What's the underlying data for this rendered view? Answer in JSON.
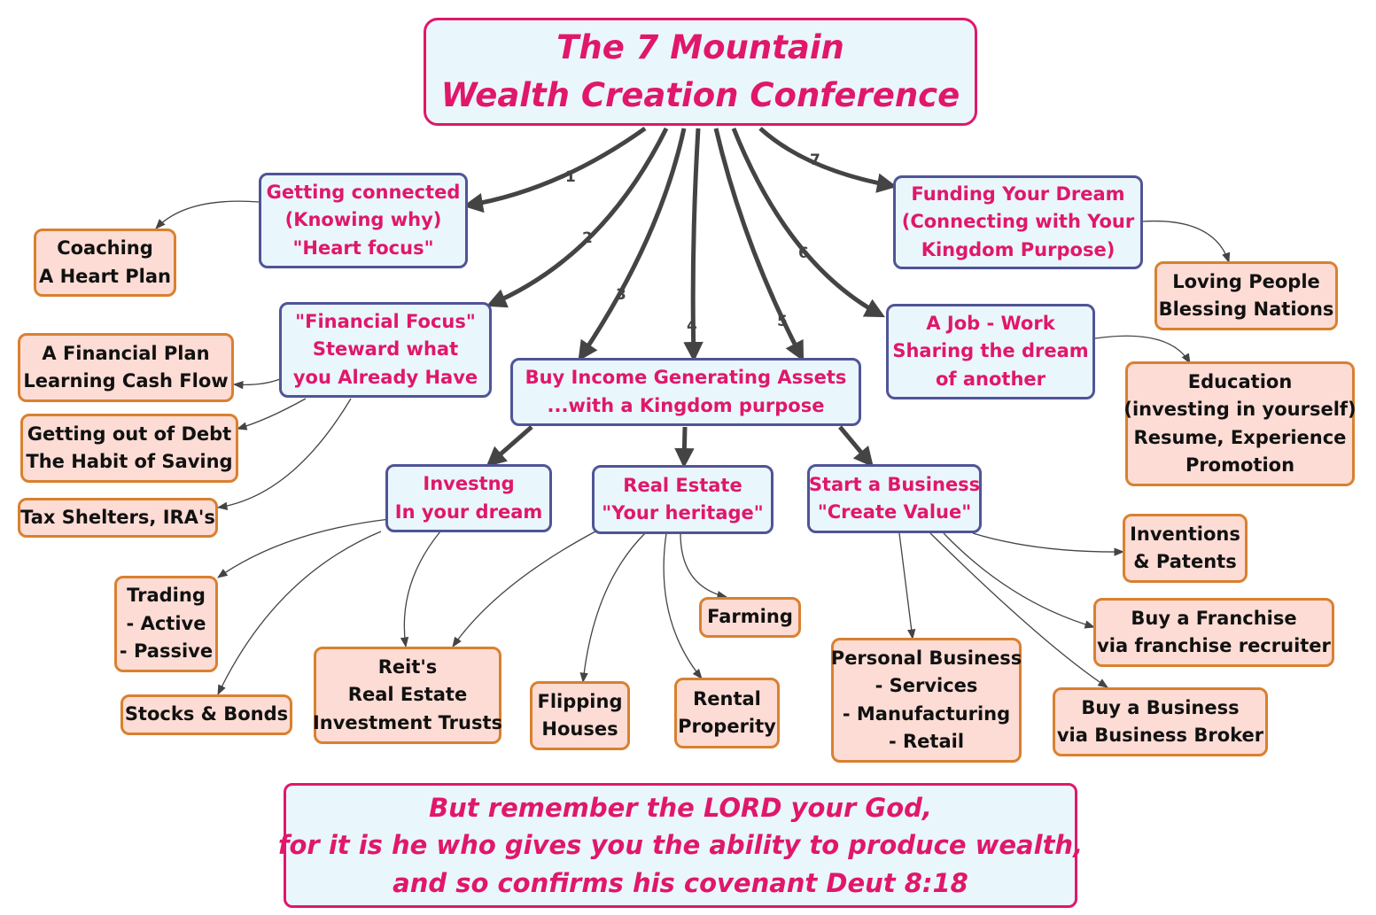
{
  "colors": {
    "accent": "#e0176b",
    "blue_border": "#505496",
    "blue_fill": "#e9f6fb",
    "orange_border": "#d98030",
    "orange_fill": "#fcdcd4",
    "connector": "#444444"
  },
  "title": [
    "The 7 Mountain",
    "Wealth Creation Conference"
  ],
  "mountains": {
    "m1": [
      "Getting connected",
      "(Knowing why)",
      "\"Heart focus\""
    ],
    "m2": [
      "\"Financial Focus\"",
      "Steward what",
      "you Already Have"
    ],
    "m3": [
      "Buy Income Generating Assets",
      "...with a Kingdom purpose"
    ],
    "m6": [
      "A Job - Work",
      "Sharing the dream",
      "of another"
    ],
    "m7": [
      "Funding Your Dream",
      "(Connecting with Your",
      "Kingdom Purpose)"
    ]
  },
  "edge_labels": {
    "e1": "1",
    "e2": "2",
    "e3": "3",
    "e4": "4",
    "e5": "5",
    "e6": "6",
    "e7": "7"
  },
  "asset_types": {
    "investing": [
      "Investng",
      "In your dream"
    ],
    "real_estate": [
      "Real Estate",
      "\"Your heritage\""
    ],
    "business": [
      "Start a Business",
      "\"Create Value\""
    ]
  },
  "outcomes": {
    "coaching": [
      "Coaching",
      "A Heart Plan"
    ],
    "financial_plan": [
      "A Financial Plan",
      "Learning Cash Flow"
    ],
    "debt": [
      "Getting out of Debt",
      "The Habit of Saving"
    ],
    "tax": [
      "Tax Shelters, IRA's"
    ],
    "trading": [
      "Trading",
      "- Active",
      "- Passive"
    ],
    "stocks": [
      "Stocks & Bonds"
    ],
    "reits": [
      "Reit's",
      "Real Estate",
      "Investment Trusts"
    ],
    "flipping": [
      "Flipping",
      "Houses"
    ],
    "rental": [
      "Rental",
      "Properity"
    ],
    "farming": [
      "Farming"
    ],
    "personal_business": [
      "Personal Business",
      "- Services",
      "- Manufacturing",
      "- Retail"
    ],
    "inventions": [
      "Inventions",
      "& Patents"
    ],
    "franchise": [
      "Buy a Franchise",
      "via franchise recruiter"
    ],
    "buy_business": [
      "Buy a Business",
      "via Business Broker"
    ],
    "loving": [
      "Loving People",
      "Blessing Nations"
    ],
    "education": [
      "Education",
      "(investing in yourself)",
      "Resume, Experience",
      "Promotion"
    ]
  },
  "footer": [
    "But remember the LORD your God,",
    "for it is he who gives you the ability to produce wealth,",
    "and so confirms his covenant Deut 8:18"
  ]
}
